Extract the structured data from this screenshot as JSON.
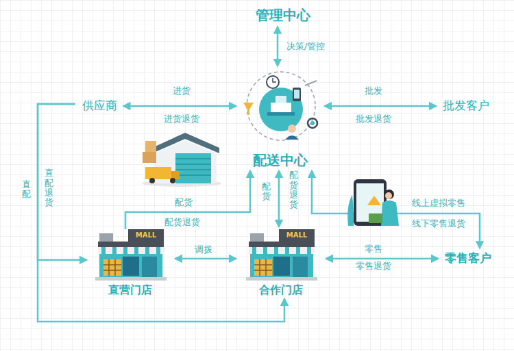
{
  "diagram": {
    "nodes": [
      {
        "text": [
          "管理中心"
        ]
      },
      {
        "text": [
          "供应商"
        ]
      },
      {
        "text": [
          "配送中心"
        ]
      },
      {
        "text": [
          "批发客户"
        ]
      },
      {
        "text": [
          "直营门店"
        ]
      },
      {
        "text": [
          "合作门店"
        ]
      },
      {
        "text": [
          "零售客户"
        ]
      }
    ],
    "edges": [
      {
        "from": 0,
        "to": 2,
        "arrow": "both",
        "label": "决策/管控"
      },
      {
        "from": 1,
        "to": 2,
        "arrow": "both",
        "label": "进货"
      },
      {
        "from": 2,
        "to": 3,
        "arrow": "both",
        "label": "批发"
      },
      {
        "from": 4,
        "to": 2,
        "arrow": "to",
        "label": "配货"
      },
      {
        "from": 2,
        "to": 5,
        "arrow": "both",
        "label": "配货"
      },
      {
        "from": 1,
        "to": 4,
        "arrow": "to",
        "label": "直配"
      },
      {
        "from": 1,
        "to": 5,
        "arrow": "to"
      },
      {
        "from": 4,
        "to": 5,
        "arrow": "both",
        "label": "调拨"
      },
      {
        "from": 5,
        "to": 6,
        "arrow": "both",
        "label": "零售"
      },
      {
        "from": 2,
        "to": 6,
        "arrow": "both",
        "label": "线上虚拟零售"
      }
    ],
    "labels": [
      "进货退货",
      "批发退货",
      "配货退货",
      "配货退货",
      "直配退货",
      "零售退货",
      "线下零售退货",
      "MALL",
      "MALL"
    ]
  }
}
